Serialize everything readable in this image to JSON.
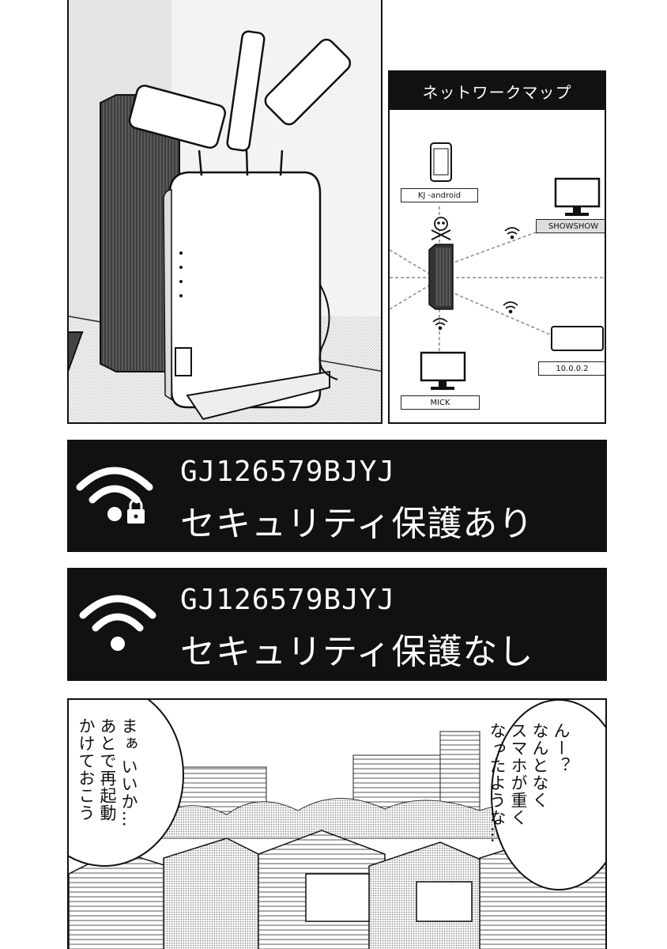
{
  "network_map": {
    "title": "ネットワークマップ",
    "nodes": [
      {
        "label": "KJ -android"
      },
      {
        "label": "SHOWSHOW"
      },
      {
        "label": "10.0.0.2"
      },
      {
        "label": "MICK"
      }
    ]
  },
  "wifi_networks": [
    {
      "ssid": "GJ126579BJYJ",
      "security": "セキュリティ保護あり",
      "icon": "wifi-lock-icon"
    },
    {
      "ssid": "GJ126579BJYJ",
      "security": "セキュリティ保護なし",
      "icon": "wifi-icon"
    }
  ],
  "speech": {
    "right_lines": [
      "んー？",
      "なんとなく",
      "スマホが重く",
      "なったような…"
    ],
    "left_lines": [
      "まぁ いいか…",
      "あとで再起動",
      "かけておこう"
    ]
  },
  "colors": {
    "ink": "#111111",
    "paper": "#ffffff",
    "screen_tone": "#9a9a9a"
  }
}
